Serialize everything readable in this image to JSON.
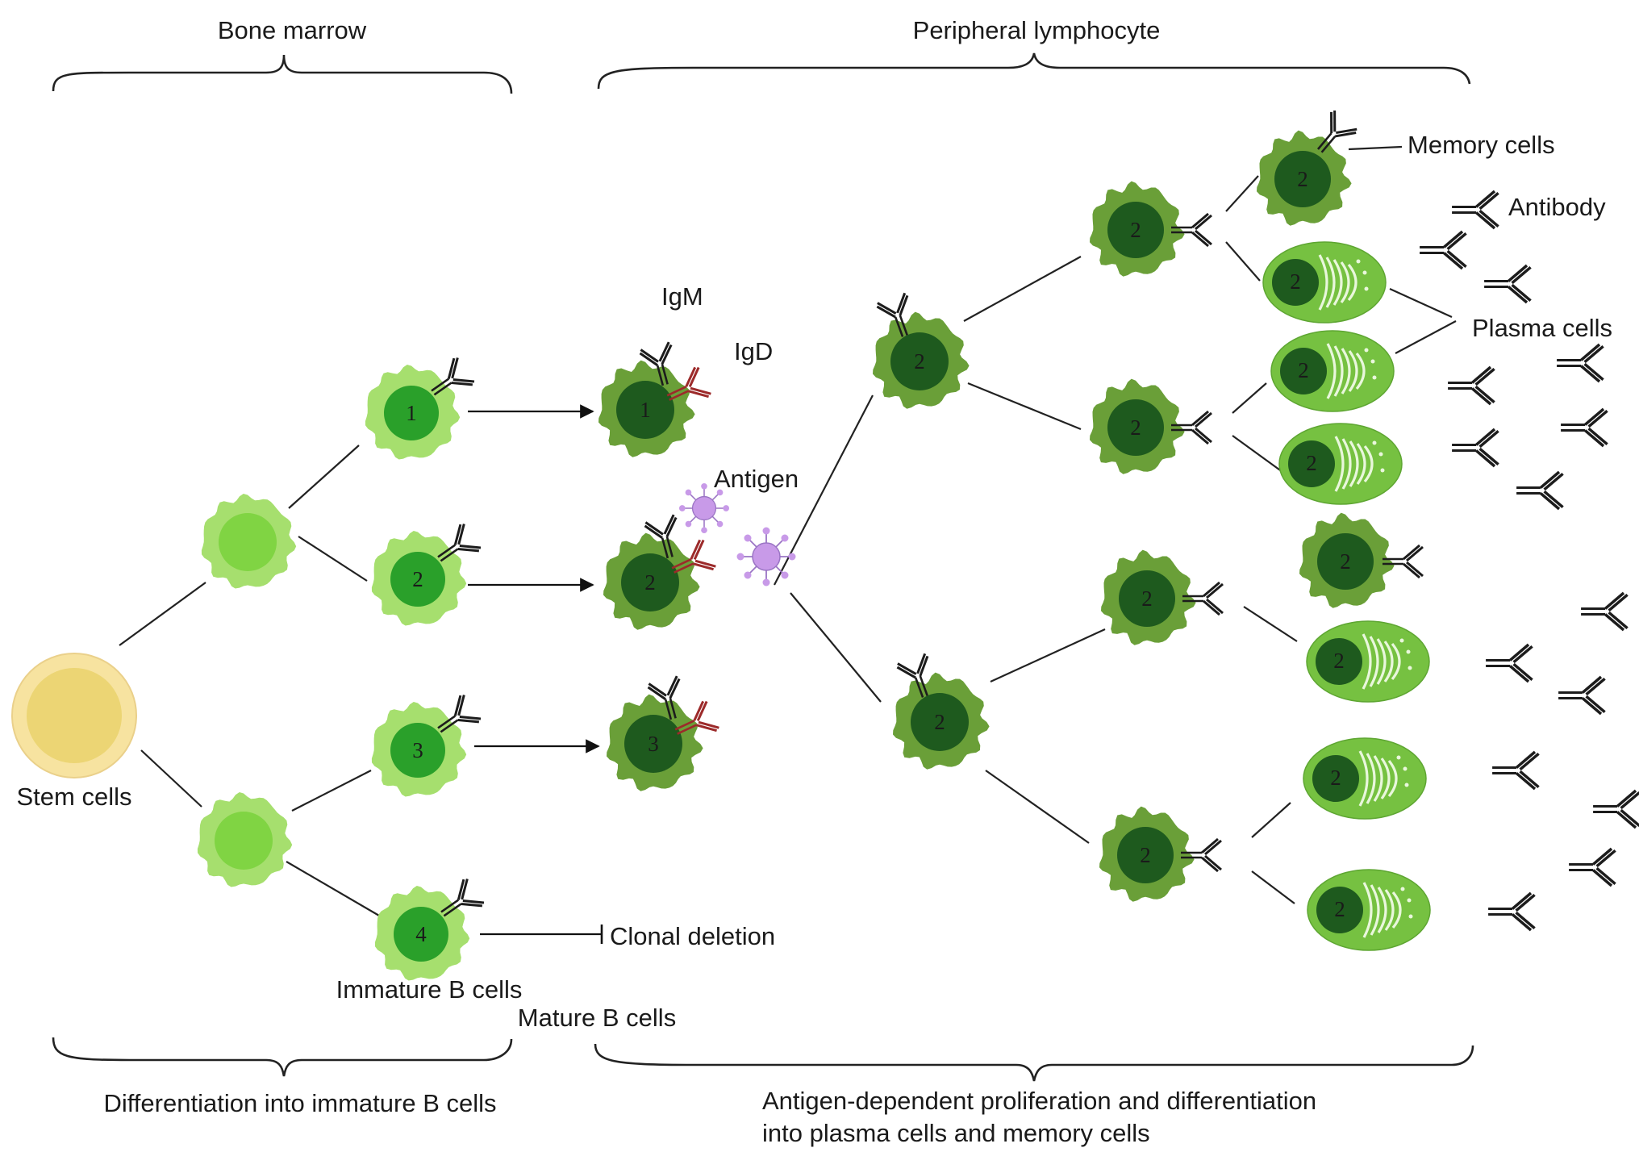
{
  "title": "",
  "labels": {
    "bone_marrow": "Bone marrow",
    "peripheral": "Peripheral lymphocyte",
    "stem_cells": "Stem cells",
    "igm": "IgM",
    "igd": "IgD",
    "antigen": "Antigen",
    "memory_cells": "Memory cells",
    "antibody": "Antibody",
    "plasma_cells": "Plasma cells",
    "clonal_deletion": "Clonal deletion",
    "immature_b_cells": "Immature B cells",
    "mature_b_cells": "Mature B cells",
    "differentiation": "Differentiation into immature B cells",
    "proliferation_line1": "Antigen-dependent proliferation and differentiation",
    "proliferation_line2": "into plasma cells and memory cells"
  },
  "immature_cells": [
    {
      "number": "1"
    },
    {
      "number": "2"
    },
    {
      "number": "3"
    },
    {
      "number": "4"
    }
  ],
  "mature_cells": [
    {
      "number": "1"
    },
    {
      "number": "2"
    },
    {
      "number": "3"
    }
  ],
  "clone": {
    "activated": [
      {
        "number": "2"
      },
      {
        "number": "2"
      }
    ],
    "daughters": [
      {
        "number": "2"
      },
      {
        "number": "2"
      },
      {
        "number": "2"
      },
      {
        "number": "2"
      }
    ],
    "memory": [
      {
        "number": "2"
      },
      {
        "number": "2"
      }
    ],
    "plasma": [
      {
        "number": "2"
      },
      {
        "number": "2"
      },
      {
        "number": "2"
      },
      {
        "number": "2"
      },
      {
        "number": "2"
      },
      {
        "number": "2"
      }
    ]
  },
  "colors": {
    "stem_outer": "#f7e3a0",
    "stem_inner": "#ecd574",
    "immature_outer": "#a6df6e",
    "immature_nucleus": "#2aa02a",
    "progenitor_nucleus": "#80d443",
    "mature_outer": "#6a9f38",
    "mature_nucleus": "#1e5a1e",
    "plasma_body": "#76c141",
    "igd": "#9c2a2a",
    "antigen": "#c89ae8"
  }
}
